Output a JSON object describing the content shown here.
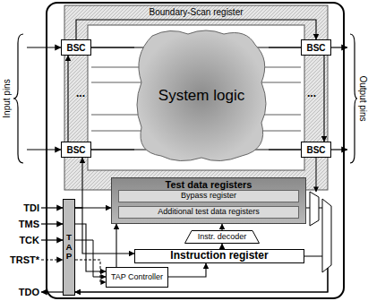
{
  "diagram": {
    "nodes": [
      {
        "text": [
          "Boundary-Scan register"
        ]
      },
      {
        "text": [
          "BSC"
        ],
        "in": 0
      },
      {
        "text": [
          "BSC"
        ],
        "in": 0
      },
      {
        "text": [
          "System logic"
        ],
        "in": 0
      },
      {
        "text": [
          "BSC"
        ],
        "in": 0
      },
      {
        "text": [
          "BSC"
        ],
        "in": 0
      },
      {
        "text": [
          "Test data registers"
        ]
      },
      {
        "text": [
          "Bypass register"
        ],
        "in": 6
      },
      {
        "text": [
          "Additional test data registers"
        ],
        "in": 6
      },
      {
        "text": [
          "Instr. decoder"
        ]
      },
      {
        "text": [
          "Instruction register"
        ]
      },
      {
        "text": [
          "TAP Controller"
        ]
      },
      {
        "text": [
          "TAP"
        ]
      }
    ],
    "edges": [
      {
        "from": 2,
        "to": 1,
        "arrow": "to"
      },
      {
        "from": 1,
        "to": 4,
        "arrow": "to"
      },
      {
        "from": 4,
        "to": 5,
        "arrow": "to"
      },
      {
        "from": 1,
        "to": 3,
        "arrow": "none"
      },
      {
        "from": 2,
        "to": 3,
        "arrow": "none"
      },
      {
        "from": 3,
        "to": 4,
        "arrow": "none"
      },
      {
        "from": 3,
        "to": 5,
        "arrow": "none"
      },
      {
        "from": 12,
        "to": 2,
        "arrow": "to"
      },
      {
        "from": 12,
        "to": 6,
        "arrow": "to"
      },
      {
        "from": 12,
        "to": 10,
        "arrow": "to"
      },
      {
        "from": 12,
        "to": 11,
        "arrow": "to"
      },
      {
        "from": 11,
        "to": 10,
        "arrow": "to"
      },
      {
        "from": 11,
        "to": 6,
        "arrow": "to"
      },
      {
        "from": 9,
        "to": 6,
        "arrow": "to"
      },
      {
        "from": 10,
        "to": 9,
        "arrow": "to"
      },
      {
        "from": 6,
        "to": 12,
        "arrow": "to"
      },
      {
        "from": 10,
        "to": 12,
        "arrow": "to"
      }
    ],
    "labels": [
      "Input pins",
      "Output pins",
      "...",
      "...",
      "TDI",
      "TMS",
      "TCK",
      "TRST*",
      "TDO"
    ]
  }
}
